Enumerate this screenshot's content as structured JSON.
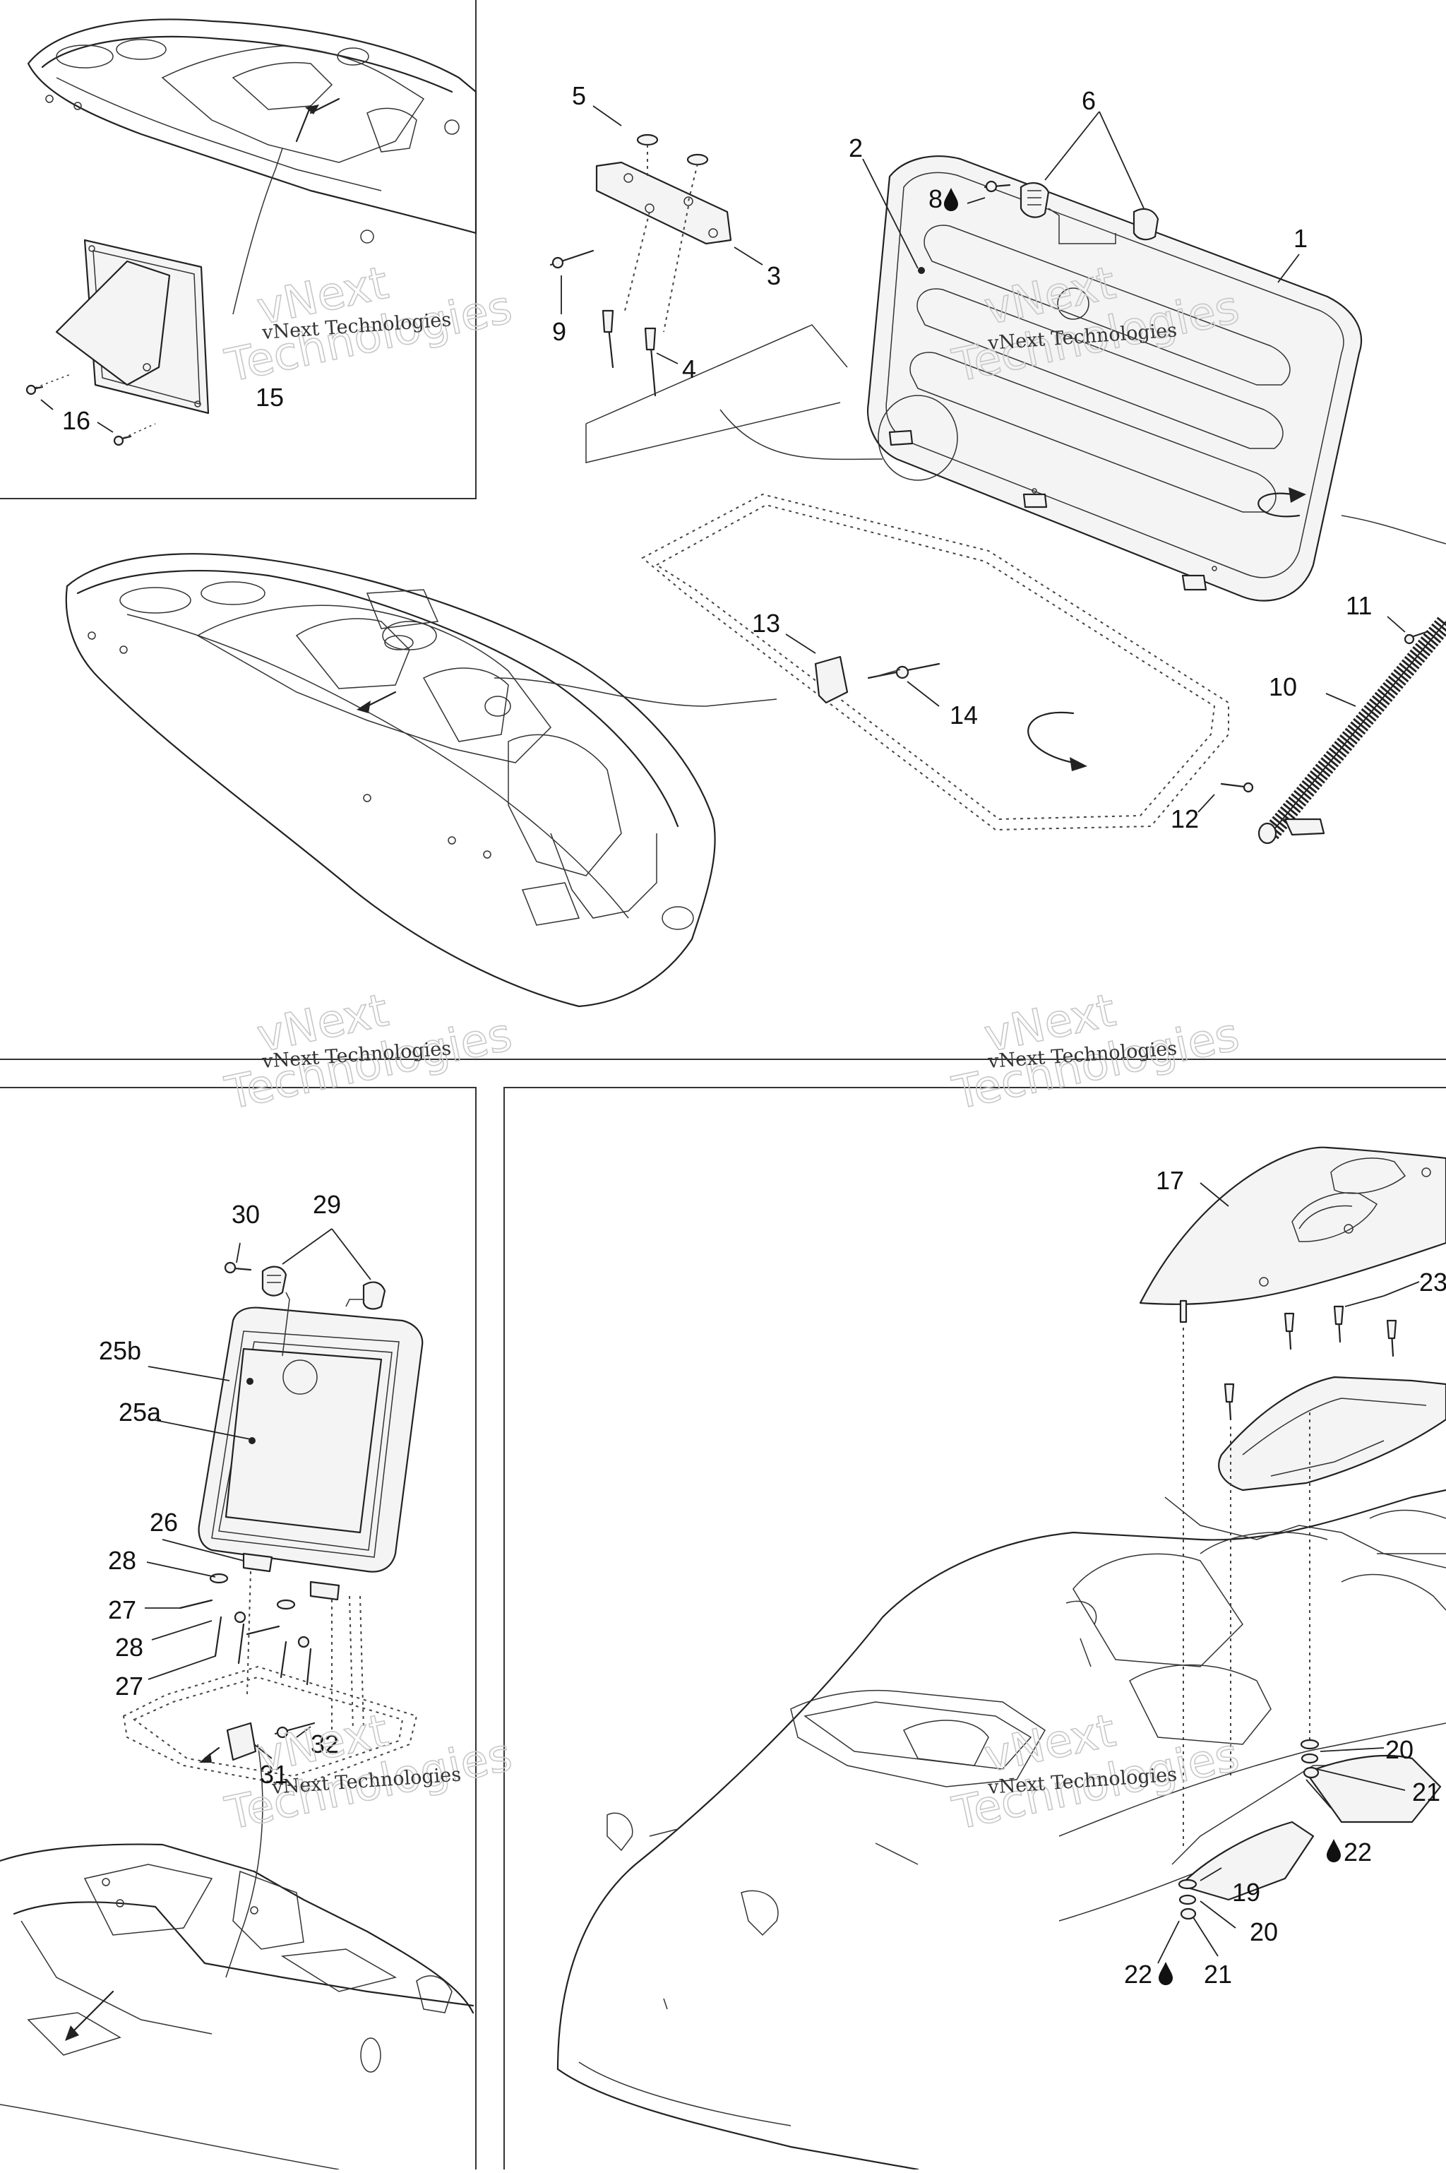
{
  "callouts": {
    "c1": "1",
    "c2": "2",
    "c3": "3",
    "c4": "4",
    "c5": "5",
    "c6": "6",
    "c8": "8",
    "c9": "9",
    "c10": "10",
    "c11": "11",
    "c12": "12",
    "c13": "13",
    "c14": "14",
    "c15": "15",
    "c16": "16",
    "c17": "17",
    "c19": "19",
    "c20a": "20",
    "c20b": "20",
    "c21a": "21",
    "c21b": "21",
    "c22a": "22",
    "c22b": "22",
    "c23": "23",
    "c25a": "25a",
    "c25b": "25b",
    "c26": "26",
    "c27a": "27",
    "c27b": "27",
    "c28a": "28",
    "c28b": "28",
    "c29": "29",
    "c30": "30",
    "c31": "31",
    "c32": "32"
  },
  "watermark": {
    "line1": "vNext",
    "line2": "Technologies",
    "small": "vNext Technologies"
  },
  "icons": {
    "sealant": "drop-icon"
  }
}
